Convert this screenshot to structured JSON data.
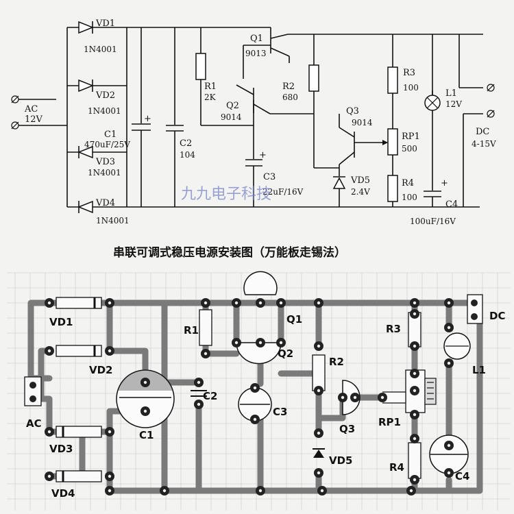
{
  "schematic": {
    "labels": {
      "vd1": "VD1",
      "vd1_part": "1N4001",
      "vd2": "VD2",
      "vd2_part": "1N4001",
      "vd3": "VD3",
      "vd3_part": "1N4001",
      "vd4": "VD4",
      "vd4_part": "1N4001",
      "ac": "AC",
      "ac_v": "12V",
      "c1": "C1",
      "c1_v": "470uF/25V",
      "c2": "C2",
      "c2_v": "104",
      "r1": "R1",
      "r1_v": "2K",
      "q1": "Q1",
      "q1_v": "9013",
      "q2": "Q2",
      "q2_v": "9014",
      "r2": "R2",
      "r2_v": "680",
      "c3": "C3",
      "c3_v": "22uF/16V",
      "q3": "Q3",
      "q3_v": "9014",
      "vd5": "VD5",
      "vd5_v": "2.4V",
      "r3": "R3",
      "r3_v": "100",
      "rp1": "RP1",
      "rp1_v": "500",
      "r4": "R4",
      "r4_v": "100",
      "l1": "L1",
      "l1_v": "12V",
      "dc": "DC",
      "dc_v": "4-15V",
      "c4": "C4",
      "c4_v": "100uF/16V",
      "plus": "+"
    },
    "watermark": "九九电子科技"
  },
  "title": "串联可调式稳压电源安装图（万能板走锡法）",
  "board": {
    "labels": {
      "vd1": "VD1",
      "vd2": "VD2",
      "vd3": "VD3",
      "vd4": "VD4",
      "ac": "AC",
      "c1": "C1",
      "c2": "C2",
      "r1": "R1",
      "q1": "Q1",
      "q2": "Q2",
      "c3": "C3",
      "r2": "R2",
      "q3": "Q3",
      "vd5": "VD5",
      "r3": "R3",
      "rp1": "RP1",
      "r4": "R4",
      "l1": "L1",
      "c4": "C4",
      "dc": "DC"
    }
  }
}
